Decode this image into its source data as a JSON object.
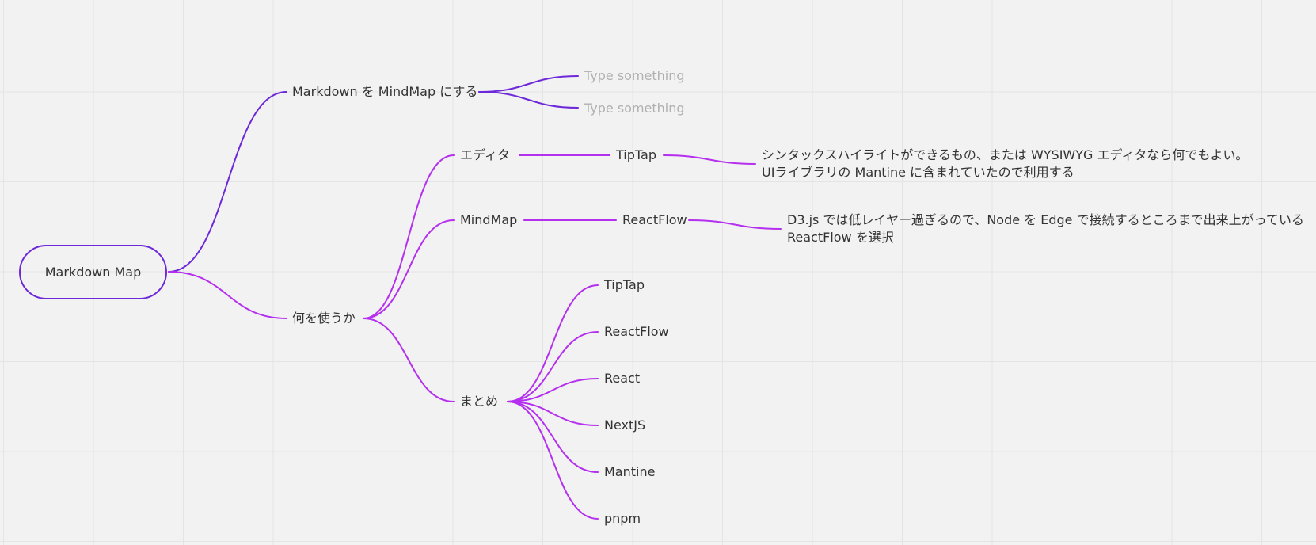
{
  "colors": {
    "background": "#f2f2f2",
    "grid": "#e4e4e4",
    "edge_dark": "#6d28d9",
    "edge_light": "#b530ee",
    "text": "#333333",
    "placeholder": "#b0b0b0"
  },
  "mindmap": {
    "root": {
      "label": "Markdown Map"
    },
    "branch1": {
      "label": "Markdown を MindMap にする",
      "children": [
        {
          "placeholder": "Type something"
        },
        {
          "placeholder": "Type something"
        }
      ]
    },
    "branch2": {
      "label": "何を使うか",
      "editor": {
        "label": "エディタ",
        "child": "TipTap",
        "note": [
          "シンタックスハイライトができるもの、または WYSIWYG エディタなら何でもよい。",
          "UIライブラリの Mantine に含まれていたので利用する"
        ]
      },
      "mindmap": {
        "label": "MindMap",
        "child": "ReactFlow",
        "note": [
          "D3.js では低レイヤー過ぎるので、Node を Edge で接続するところまで出来上がっている",
          "ReactFlow を選択"
        ]
      },
      "summary": {
        "label": "まとめ",
        "items": [
          "TipTap",
          "ReactFlow",
          "React",
          "NextJS",
          "Mantine",
          "pnpm"
        ]
      }
    }
  }
}
